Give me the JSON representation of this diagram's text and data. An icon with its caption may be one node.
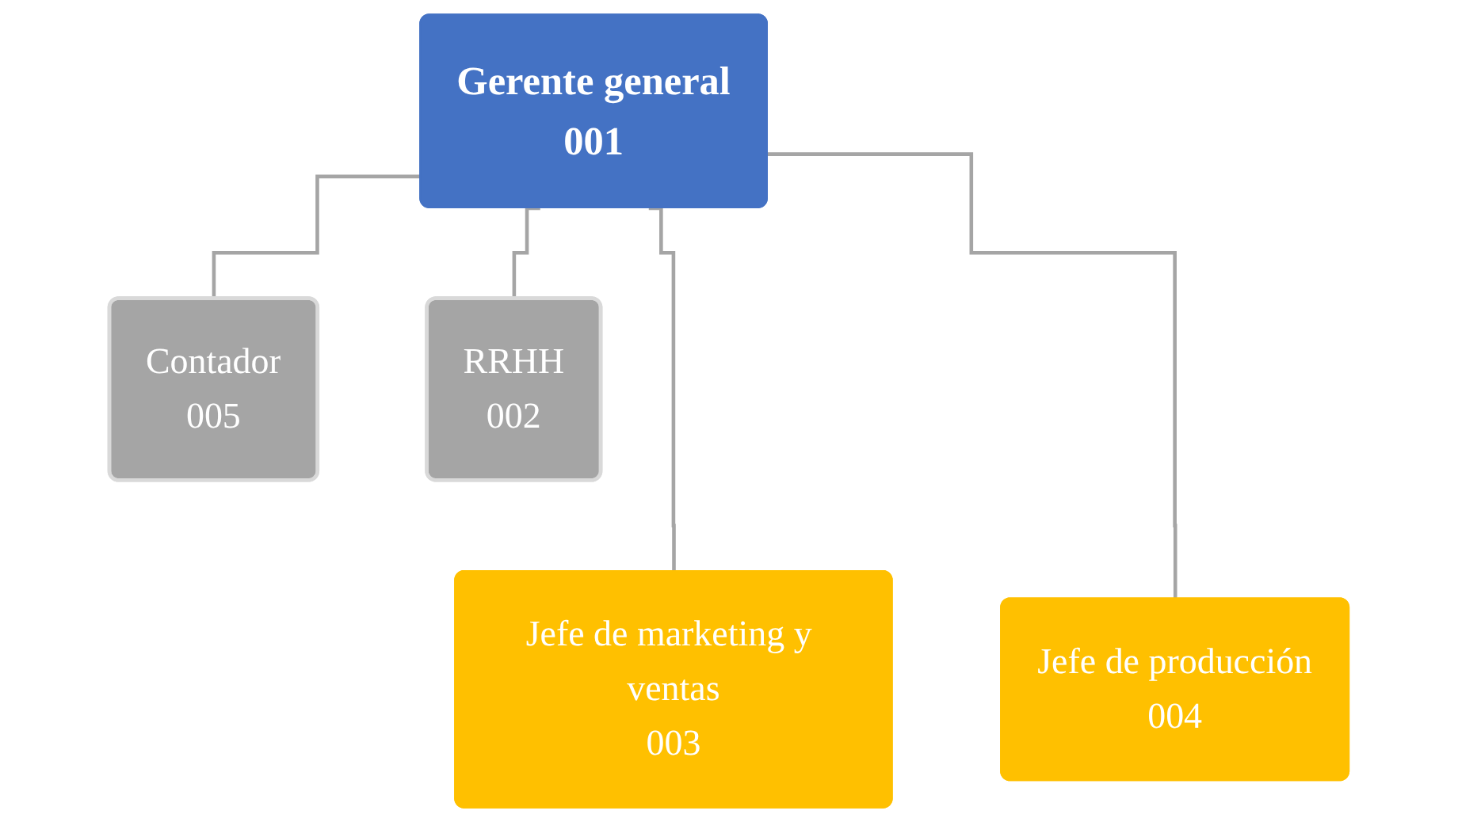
{
  "diagram": {
    "nodes": [
      {
        "text": [
          "Gerente general",
          "001"
        ]
      },
      {
        "text": [
          "Contador",
          "005"
        ]
      },
      {
        "text": [
          "RRHH",
          "002"
        ]
      },
      {
        "text": [
          "Jefe de marketing y ventas",
          "003"
        ]
      },
      {
        "text": [
          "Jefe de producción",
          "004"
        ]
      }
    ],
    "edges": [
      {
        "from": 0,
        "to": 1,
        "arrow": "none"
      },
      {
        "from": 0,
        "to": 2,
        "arrow": "none"
      },
      {
        "from": 0,
        "to": 3,
        "arrow": "none"
      },
      {
        "from": 0,
        "to": 4,
        "arrow": "none"
      }
    ]
  }
}
